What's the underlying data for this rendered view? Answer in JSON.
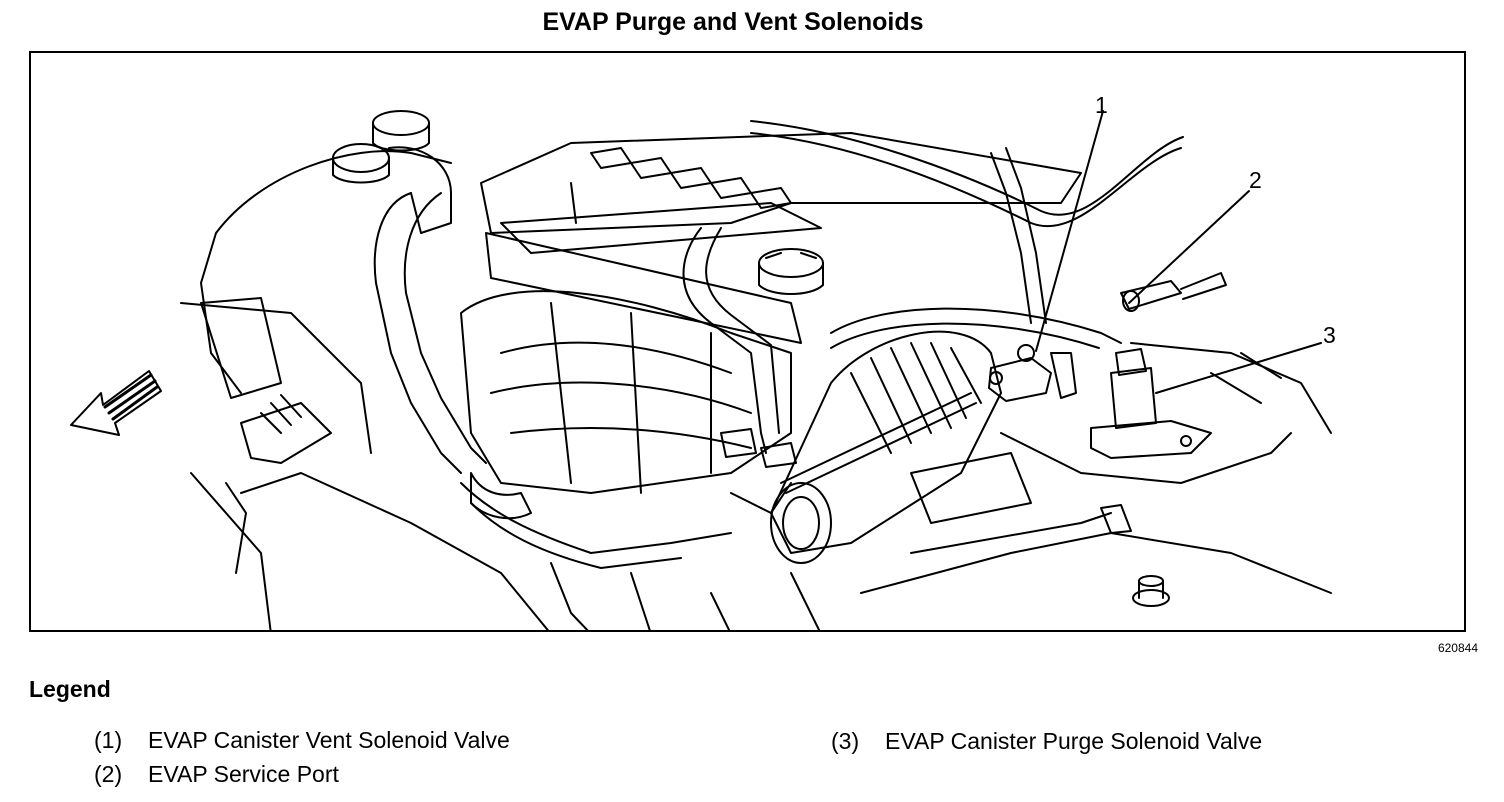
{
  "title": "EVAP Purge and Vent Solenoids",
  "figure_number": "620844",
  "callouts": [
    "1",
    "2",
    "3"
  ],
  "legend": {
    "heading": "Legend",
    "items": [
      {
        "num": "(1)",
        "label": "EVAP Canister Vent Solenoid Valve"
      },
      {
        "num": "(2)",
        "label": "EVAP Service Port"
      },
      {
        "num": "(3)",
        "label": "EVAP Canister Purge Solenoid Valve"
      }
    ]
  }
}
